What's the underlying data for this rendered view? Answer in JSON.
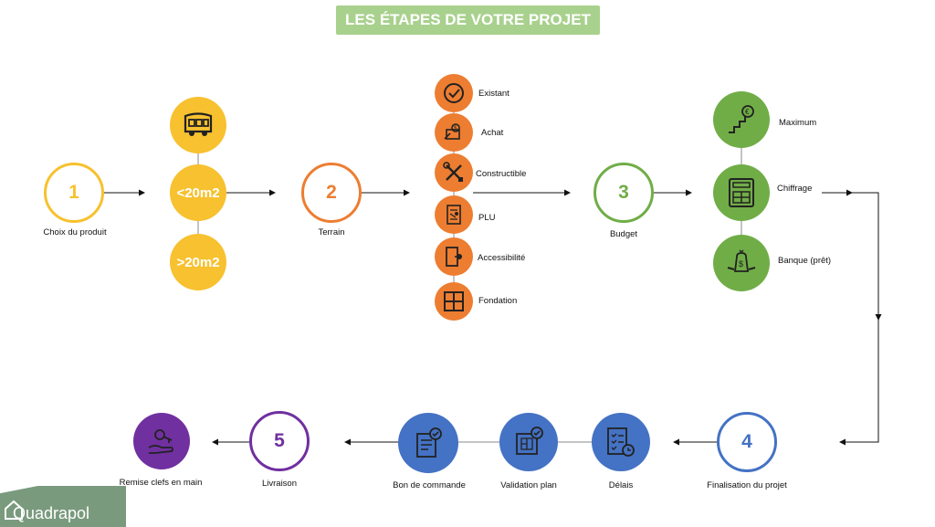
{
  "title": "LES ÉTAPES DE VOTRE PROJET",
  "steps": {
    "s1": {
      "num": "1",
      "label": "Choix du produit"
    },
    "s2": {
      "num": "2",
      "label": "Terrain"
    },
    "s3": {
      "num": "3",
      "label": "Budget"
    },
    "s4": {
      "num": "4",
      "label": "Finalisation du projet"
    },
    "s5": {
      "num": "5",
      "label": "Livraison"
    }
  },
  "product": {
    "small": "<20m2",
    "large": ">20m2"
  },
  "terrain_items": [
    "Existant",
    "Achat",
    "Constructible",
    "PLU",
    "Accessibilité",
    "Fondation"
  ],
  "budget_items": [
    "Maximum",
    "Chiffrage",
    "Banque (prêt)"
  ],
  "bottom_items": [
    "Délais",
    "Validation plan",
    "Bon de commande",
    "Remise clefs en main"
  ],
  "logo": "Quadrapol",
  "colors": {
    "step1": "#f7c12f",
    "step2": "#ed7d31",
    "step3": "#70ad47",
    "step4": "#4472c4",
    "step5": "#7030a0",
    "title_bg": "#a9d18e"
  },
  "icons": {
    "product_top": "trailer-icon",
    "terrain": [
      "check-circle-icon",
      "purchase-icon",
      "tools-icon",
      "plan-icon",
      "door-key-icon",
      "grid-foundation-icon"
    ],
    "budget": [
      "euro-stairs-icon",
      "calculator-icon",
      "money-hands-icon"
    ],
    "bottom": [
      "checklist-clock-icon",
      "blueprint-check-icon",
      "document-check-icon",
      "key-hand-icon"
    ]
  }
}
